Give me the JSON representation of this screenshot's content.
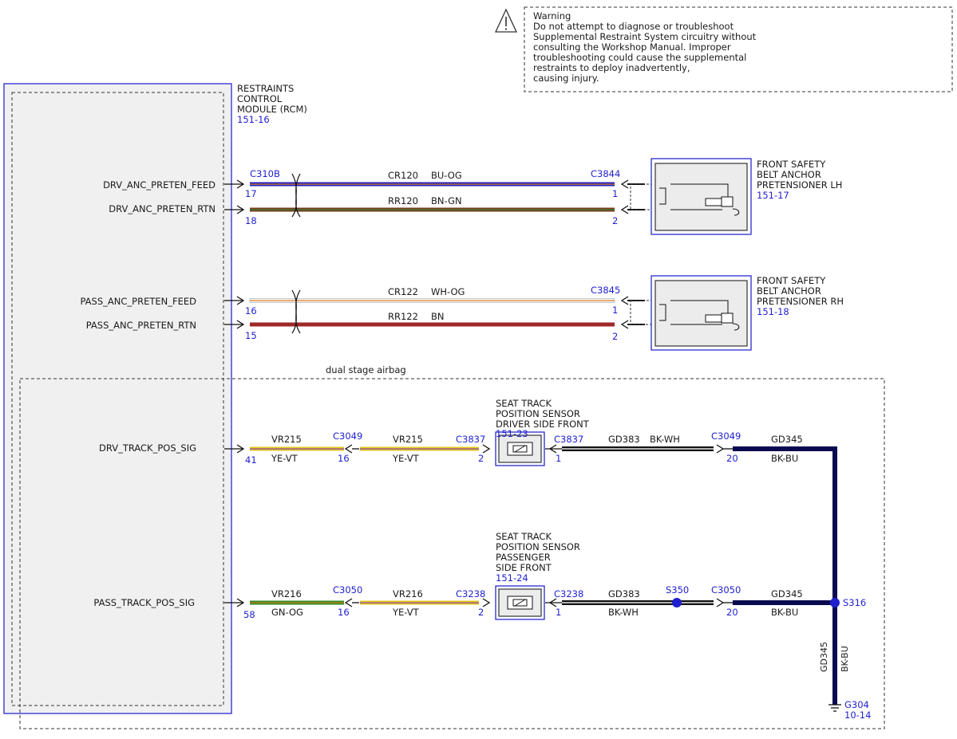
{
  "warning": {
    "lines": [
      "Warning",
      "Do not attempt to diagnose or troubleshoot",
      "Supplemental Restraint System circuitry without",
      "consulting the Workshop Manual. Improper",
      "troubleshooting could cause the supplemental",
      "restraints to deploy inadvertently,",
      "causing injury."
    ]
  },
  "rcm": {
    "title_lines": [
      "RESTRAINTS",
      "CONTROL",
      "MODULE (RCM)"
    ],
    "ref": "151-16"
  },
  "dual_stage_label": "dual stage airbag",
  "pins": {
    "drv_feed": "DRV_ANC_PRETEN_FEED",
    "drv_rtn": "DRV_ANC_PRETEN_RTN",
    "pass_feed": "PASS_ANC_PRETEN_FEED",
    "pass_rtn": "PASS_ANC_PRETEN_RTN",
    "drv_track": "DRV_TRACK_POS_SIG",
    "pass_track": "PASS_TRACK_POS_SIG"
  },
  "connectors": {
    "c310b": "C310B",
    "c3844": "C3844",
    "c3845": "C3845",
    "c3049": "C3049",
    "c3050": "C3050",
    "c3837": "C3837",
    "c3238": "C3238",
    "s350": "S350",
    "s316": "S316"
  },
  "pin_numbers": {
    "p17": "17",
    "p18": "18",
    "p16": "16",
    "p15": "15",
    "p41": "41",
    "p58": "58",
    "p1": "1",
    "p2": "2",
    "p20": "20"
  },
  "circuits": {
    "cr120": "CR120",
    "rr120": "RR120",
    "cr122": "CR122",
    "rr122": "RR122",
    "vr215": "VR215",
    "vr216": "VR216",
    "gd383": "GD383",
    "gd345": "GD345"
  },
  "wire_colors": {
    "bu_og": "BU-OG",
    "bn_gn": "BN-GN",
    "wh_og": "WH-OG",
    "bn": "BN",
    "ye_vt": "YE-VT",
    "gn_og": "GN-OG",
    "bk_wh": "BK-WH",
    "bk_bu": "BK-BU"
  },
  "components": {
    "preten_lh": {
      "lines": [
        "FRONT SAFETY",
        "BELT ANCHOR",
        "PRETENSIONER LH"
      ],
      "ref": "151-17"
    },
    "preten_rh": {
      "lines": [
        "FRONT SAFETY",
        "BELT ANCHOR",
        "PRETENSIONER RH"
      ],
      "ref": "151-18"
    },
    "sensor_drv": {
      "lines": [
        "SEAT TRACK",
        "POSITION SENSOR",
        "DRIVER SIDE FRONT"
      ],
      "ref": "151-23"
    },
    "sensor_pass": {
      "lines": [
        "SEAT TRACK",
        "POSITION SENSOR",
        "PASSENGER",
        "SIDE FRONT"
      ],
      "ref": "151-24"
    }
  },
  "ground": {
    "name": "G304",
    "ref": "10-14"
  },
  "style_colors": {
    "ref_blue": "#1f1fd0",
    "module_border": "#2a2ad0",
    "wire_blue": "#2020c0",
    "wire_orange": "#e07a20",
    "wire_brown": "#7a3b22",
    "wire_green": "#2e8b22",
    "wire_white": "#f4f4f4",
    "wire_red_brown": "#a02828",
    "wire_yellow": "#e6c81c",
    "wire_violet": "#8a3fb5",
    "wire_black": "#111111",
    "wire_dark_blue": "#0a0a50"
  }
}
